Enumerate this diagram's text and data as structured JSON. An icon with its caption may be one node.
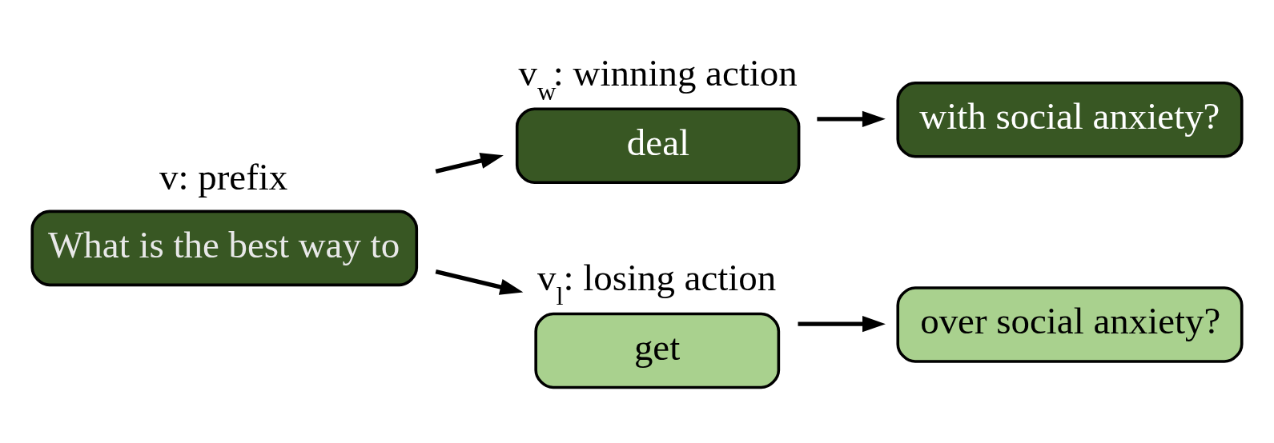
{
  "diagram": {
    "nodes": [
      {
        "text": [
          "v: prefix",
          "What is the best way to"
        ]
      },
      {
        "text": [
          "v$_{w}$: winning action",
          "deal"
        ]
      },
      {
        "text": [
          "with social anxiety?"
        ]
      },
      {
        "text": [
          "v$_{l}$: losing action",
          "get"
        ]
      },
      {
        "text": [
          "over social anxiety?"
        ]
      }
    ],
    "edges": [
      {
        "from": 0,
        "to": 1,
        "arrow": "to"
      },
      {
        "from": 0,
        "to": 3,
        "arrow": "to"
      },
      {
        "from": 1,
        "to": 2,
        "arrow": "to"
      },
      {
        "from": 3,
        "to": 4,
        "arrow": "to"
      }
    ]
  }
}
